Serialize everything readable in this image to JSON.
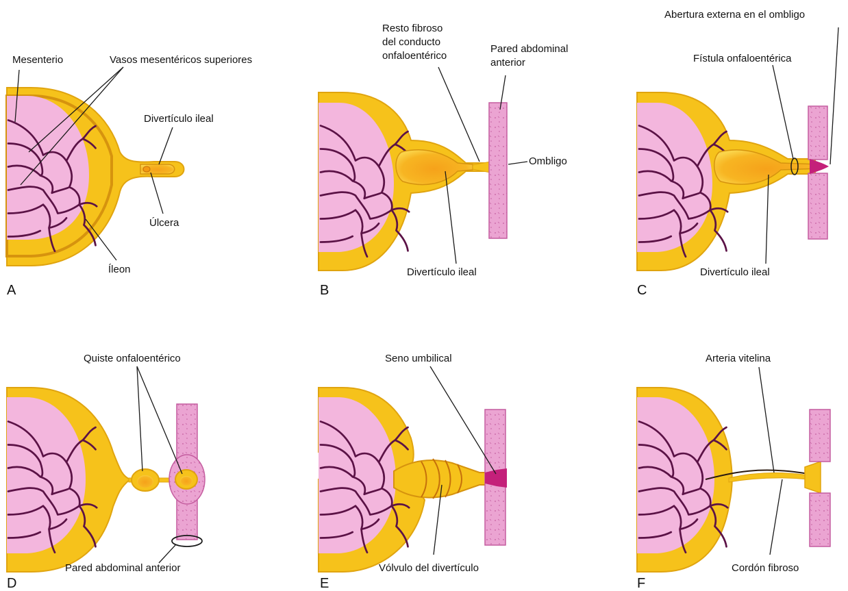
{
  "colors": {
    "bowel_outer": "#f6c21b",
    "bowel_inner": "#fde27a",
    "bowel_wall": "#e0a40f",
    "mesentery": "#f3b6dd",
    "vessels": "#5b1246",
    "abdominal_wall": "#eba4d2",
    "abdominal_wall_dark": "#c45d9f",
    "umbilicus": "#c4207a",
    "leader": "#1a1a1a"
  },
  "panels": {
    "a": {
      "letter": "A",
      "labels": {
        "mesentery": "Mesenterio",
        "vessels": "Vasos mesentéricos superiores",
        "diverticulum": "Divertículo ileal",
        "ulcer": "Úlcera",
        "ileum": "Íleon"
      }
    },
    "b": {
      "letter": "B",
      "labels": {
        "remnant_1": "Resto fibroso",
        "remnant_2": "del conducto",
        "remnant_3": "onfaloentérico",
        "wall_1": "Pared abdominal",
        "wall_2": "anterior",
        "umbilicus": "Ombligo",
        "diverticulum": "Divertículo ileal"
      }
    },
    "c": {
      "letter": "C",
      "labels": {
        "external_opening": "Abertura externa en el ombligo",
        "fistula": "Fístula onfaloentérica",
        "diverticulum": "Divertículo ileal"
      }
    },
    "d": {
      "letter": "D",
      "labels": {
        "cyst": "Quiste onfaloentérico",
        "wall": "Pared abdominal anterior"
      }
    },
    "e": {
      "letter": "E",
      "labels": {
        "sinus": "Seno umbilical",
        "volvulus": "Vólvulo del divertículo"
      }
    },
    "f": {
      "letter": "F",
      "labels": {
        "artery": "Arteria vitelina",
        "cord": "Cordón fibroso"
      }
    }
  }
}
